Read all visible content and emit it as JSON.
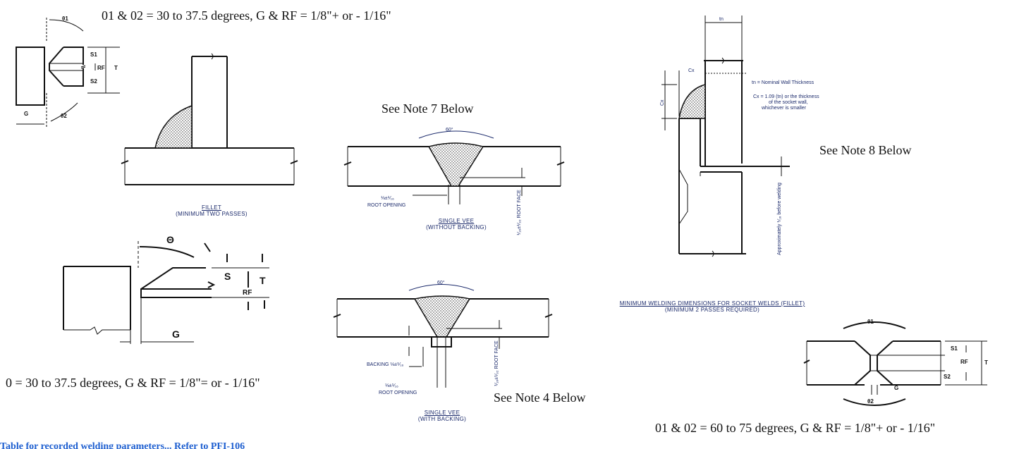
{
  "labels": {
    "top_left_formula": "01 & 02 = 30 to 37.5 degrees, G & RF = 1/8\"+ or - 1/16\"",
    "note7": "See Note 7 Below",
    "note8": "See Note 8 Below",
    "note4": "See Note 4 Below",
    "bottom_left_formula": "0 = 30 to 37.5 degrees, G & RF = 1/8\"= or - 1/16\"",
    "bottom_right_formula": "01 & 02 = 60 to 75 degrees, G  & RF =  1/8\"+ or - 1/16\"",
    "bottom_cut_text": "Table for recorded welding parameters... Refer to PFI-106"
  },
  "captions": {
    "fillet_title": "FILLET",
    "fillet_sub": "(MINIMUM TWO PASSES)",
    "vee1_title": "SINGLE VEE",
    "vee1_sub": "(WITHOUT BACKING)",
    "vee2_title": "SINGLE VEE",
    "vee2_sub": "(WITH BACKING)",
    "socket_title": "MINIMUM WELDING DIMENSIONS FOR SOCKET WELDS (FILLET)",
    "socket_sub": "(MINIMUM 2 PASSES REQUIRED)"
  },
  "dims": {
    "theta1": "θ1",
    "theta2": "θ2",
    "s1": "S1",
    "s2": "S2",
    "rf": "RF",
    "t": "T",
    "g": "G",
    "s": "S",
    "theta": "Θ",
    "deg60": "60°",
    "tn": "tn",
    "cx": "Cx",
    "root_opening": "ROOT OPENING",
    "root_opening_val": "⅛±⅟₁₆",
    "root_face": "⅟₁₆±⅟₃₂ ROOT FACE",
    "backing": "BACKING ⅛±⅟₁₆",
    "tn_def": "tn = Nominal Wall Thickness",
    "cx_def_1": "Cx = 1.09 (tn) or the thickness",
    "cx_def_2": "of the socket wall,",
    "cx_def_3": "whichever is smaller",
    "approx": "Approximately ⅟₁₆ before welding"
  },
  "colors": {
    "caption_blue": "#1b2a6b",
    "link_blue": "#1e5fd0"
  }
}
